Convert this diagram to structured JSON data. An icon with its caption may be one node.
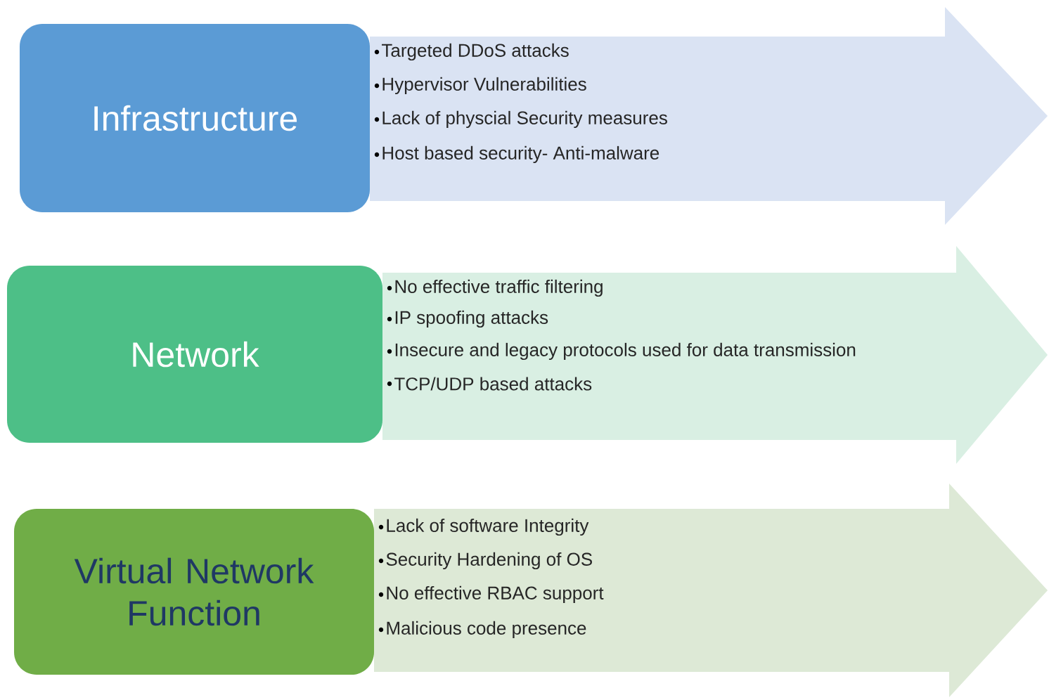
{
  "diagram": {
    "nodes": [
      {
        "text": [
          "Infrastructure"
        ]
      },
      {
        "text": [
          "Targeted DDoS attacks",
          "Hypervisor Vulnerabilities",
          "Lack of physcial Security measures",
          "Host based security- Anti-malware"
        ]
      },
      {
        "text": [
          "Network"
        ]
      },
      {
        "text": [
          "No effective traffic filtering",
          "IP spoofing attacks",
          "Insecure and legacy protocols used for data transmission",
          "TCP/UDP based attacks"
        ]
      },
      {
        "text": [
          "Virtual Network Function"
        ]
      },
      {
        "text": [
          "Lack of software Integrity",
          "Security Hardening of OS",
          "No effective RBAC support",
          "Malicious code presence"
        ]
      }
    ]
  }
}
